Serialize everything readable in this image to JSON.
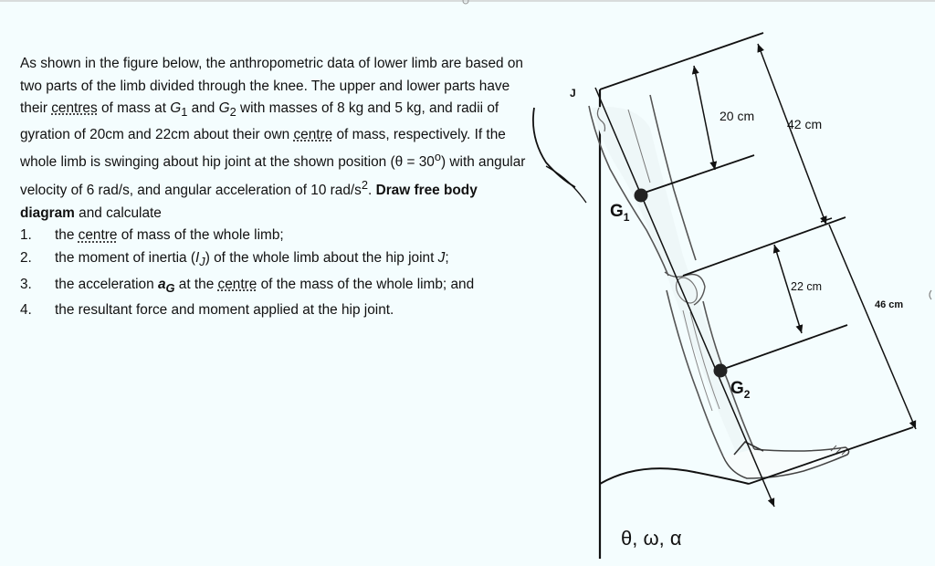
{
  "problem": {
    "intro_1": "As shown in the figure below, the anthropometric data of lower limb are based on two parts of the limb divided through the knee. The upper and lower parts have their ",
    "centres_word": "centres",
    "intro_2": " of mass at ",
    "g1_symbol": "G",
    "g1_sub": "1",
    "and_word": " and ",
    "g2_symbol": "G",
    "g2_sub": "2",
    "intro_3": " with masses of 8 kg and 5 kg, and radii of gyration of 20cm and 22cm about their own ",
    "centre_word_1": "centre",
    "intro_4": " of mass, respectively. If the whole limb is swinging about hip joint at the shown position (θ = 30",
    "degree_sup": "o",
    "intro_5": ") with angular velocity of 6 rad/s, and angular acceleration of 10 rad/s",
    "squared_sup": "2",
    "intro_6": ". ",
    "draw_fbd": "Draw free body diagram",
    "intro_7": " and calculate"
  },
  "tasks": [
    {
      "number": "1.",
      "before": "the ",
      "centre_word": "centre",
      "after": " of mass of the whole limb;"
    },
    {
      "number": "2.",
      "before": "the moment of inertia (",
      "sym": "I",
      "sub": "J",
      "after": ") of the whole limb about the hip joint ",
      "joint_sym": "J",
      "end": ";"
    },
    {
      "number": "3.",
      "before": "the acceleration ",
      "sym": "a",
      "sub": "G",
      "middle": " at the ",
      "centre_word": "centre",
      "after": " of the mass of the whole limb; and"
    },
    {
      "number": "4.",
      "text": "the resultant force and moment applied at the hip joint."
    }
  ],
  "diagram": {
    "joint_label": "J",
    "g1_label": "G",
    "g1_label_sub": "1",
    "g2_label": "G",
    "g2_label_sub": "2",
    "dim_20": "20 cm",
    "dim_42": "42 cm",
    "dim_22": "22 cm",
    "dim_46": "46 cm",
    "motion_label": "θ, ω, α"
  },
  "colors": {
    "background": "#f4fdfe",
    "ink": "#111111",
    "leg_outline": "#555555",
    "leg_fill": "#f7fcfc",
    "shadow": "#c7d9dc"
  }
}
